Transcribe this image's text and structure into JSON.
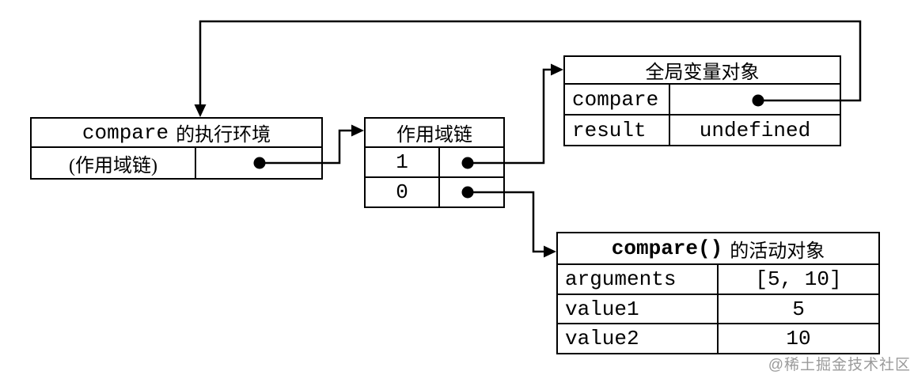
{
  "diagram": {
    "background": "#ffffff",
    "line_color": "#000000",
    "watermark_color": "#9a9a9a",
    "boxes": {
      "exec": {
        "title_code": "compare",
        "title_text": "的执行环境",
        "rows": [
          {
            "label": "(作用域链)",
            "value": ""
          }
        ]
      },
      "scope": {
        "title": "作用域链",
        "rows": [
          {
            "label": "1",
            "value": ""
          },
          {
            "label": "0",
            "value": ""
          }
        ]
      },
      "global": {
        "title": "全局变量对象",
        "rows": [
          {
            "label": "compare",
            "value": ""
          },
          {
            "label": "result",
            "value": "undefined"
          }
        ]
      },
      "activation": {
        "title_code": "compare()",
        "title_text": "的活动对象",
        "rows": [
          {
            "label": "arguments",
            "value": "[5, 10]"
          },
          {
            "label": "value1",
            "value": "5"
          },
          {
            "label": "value2",
            "value": "10"
          }
        ]
      }
    },
    "links": [
      {
        "from": "exec-scope-chain-slot",
        "to": "scope-chain-box"
      },
      {
        "from": "scope-slot-1",
        "to": "global-variable-object-box"
      },
      {
        "from": "scope-slot-0",
        "to": "activation-object-box"
      },
      {
        "from": "global-compare-slot",
        "to": "execution-context-box"
      }
    ],
    "watermark": "@稀土掘金技术社区"
  }
}
